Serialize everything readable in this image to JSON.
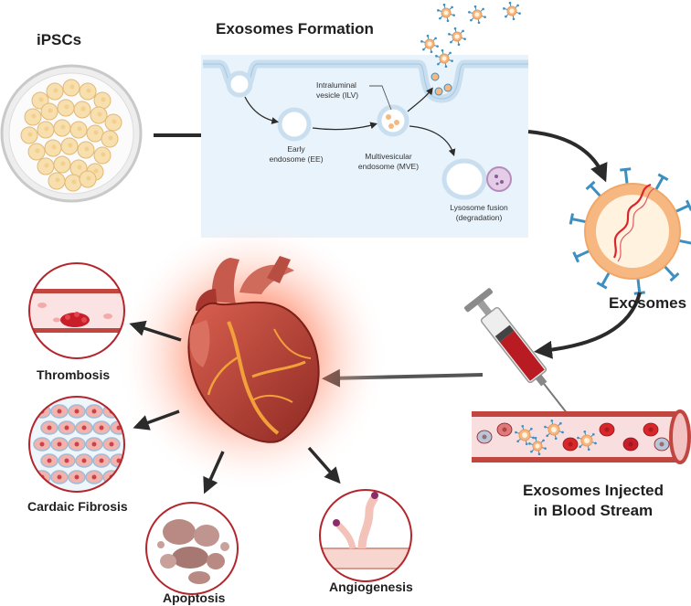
{
  "labels": {
    "ipscs": "iPSCs",
    "exosomes_formation": "Exosomes Formation",
    "ilv": "Intraluminal\nvesicle (ILV)",
    "early_endosome": "Early\nendosome (EE)",
    "mve": "Multivesicular\nendosome (MVE)",
    "lysosome": "Lysosome fusion\n(degradation)",
    "exosomes": "Exosomes",
    "injected": "Exosomes Injected\nin Blood Stream",
    "thrombosis": "Thrombosis",
    "cardiac_fibrosis": "Cardaic Fibrosis",
    "apoptosis": "Apoptosis",
    "angiogenesis": "Angiogenesis"
  },
  "colors": {
    "cell_fill": "#f7dfae",
    "cell_edge": "#e2b877",
    "panel_bg": "#e9f3fb",
    "membrane": "#c9dff0",
    "vesicle_shell": "#f6b880",
    "receptor": "#3d8fc0",
    "rna": "#d8262b",
    "heart": "#b8423a",
    "glow": "#ff6a4a",
    "vessel": "#c0463f",
    "ring": "#b2262c",
    "arrow": "#2b2b2b"
  }
}
